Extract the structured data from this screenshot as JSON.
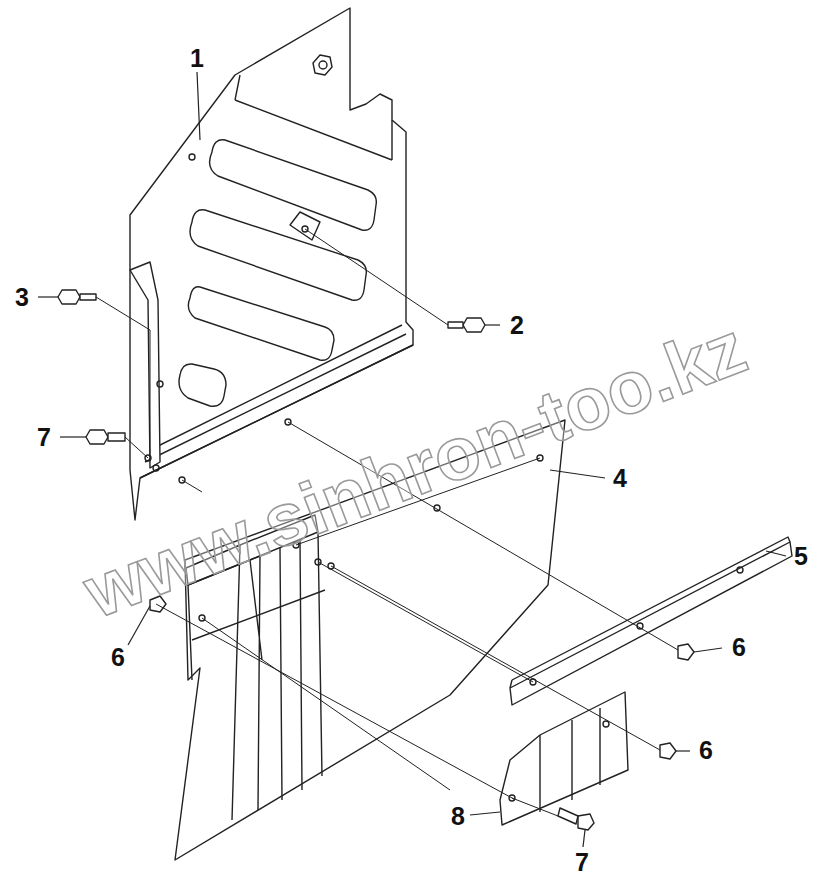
{
  "diagram": {
    "labels": [
      "1",
      "2",
      "3",
      "4",
      "5",
      "6",
      "6",
      "6",
      "7",
      "7",
      "8",
      "www.sinhron-too.kz"
    ]
  }
}
